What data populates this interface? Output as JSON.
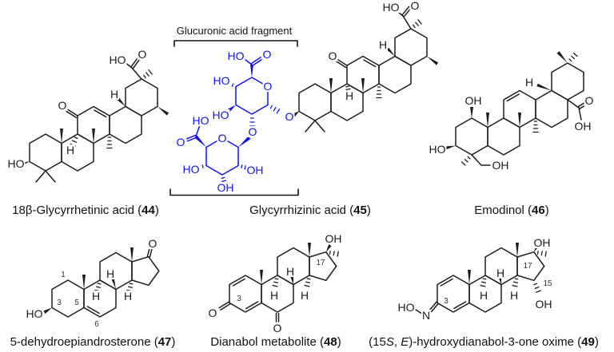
{
  "figure": {
    "background": "#ffffff",
    "ink_color": "#1c1c1c",
    "highlight_color": "#1212ee",
    "bracket_label": "Glucuronic acid fragment"
  },
  "captions": {
    "c44": {
      "pre": "18β-Glycyrrhetinic acid (",
      "num": "44",
      "post": ")"
    },
    "c45": {
      "pre": "Glycyrrhizinic acid (",
      "num": "45",
      "post": ")"
    },
    "c46": {
      "pre": "Emodinol (",
      "num": "46",
      "post": ")"
    },
    "c47": {
      "pre": "5-dehydroepiandrosterone (",
      "num": "47",
      "post": ")"
    },
    "c48": {
      "pre": "Dianabol metabolite (",
      "num": "48",
      "post": ")"
    },
    "c49": {
      "p1": "(15",
      "s": "S",
      "p2": ", ",
      "e": "E",
      "p3": ")-hydroxydianabol-3-one oxime (",
      "num": "49",
      "post": ")"
    }
  },
  "atoms": {
    "c44": {
      "ho3": "HO",
      "o11": "O",
      "h9": "H",
      "h18": "H",
      "cooh_ho": "HO",
      "cooh_o": "O"
    },
    "c45": {
      "o11": "O",
      "h9": "H",
      "h18": "H",
      "cooh_ho": "HO",
      "cooh_o": "O"
    },
    "sugar": {
      "ring_o1": "O",
      "link_o_aglycone": "O",
      "link_o_mid": "O",
      "ring_o2": "O",
      "u_cooh_ho": "HO",
      "u_cooh_o": "O",
      "u_ho4": "HO",
      "u_ho3": "HO",
      "l_cooh_ho": "HO",
      "l_cooh_o": "O",
      "l_ho": "HO",
      "l_oh_b": "OH",
      "l_oh_r": "OH"
    },
    "c46": {
      "oh1": "OH",
      "ho3": "HO",
      "ch2oh_oh": "OH",
      "h18": "H",
      "cooh_o": "O",
      "cooh_oh": "OH"
    },
    "c47": {
      "o17": "O",
      "h8": "H",
      "h9": "H",
      "h14": "H",
      "ho3": "HO",
      "n1": "1",
      "n3": "3",
      "n5": "5",
      "n6": "6"
    },
    "c48": {
      "oh17": "OH",
      "n17": "17",
      "h8": "H",
      "h9": "H",
      "h14": "H",
      "o3": "O",
      "o6": "O",
      "n3": "3"
    },
    "c49": {
      "oh17": "OH",
      "n17": "17",
      "h8": "H",
      "h9": "H",
      "h14": "H",
      "n15": "15",
      "oh15": "OH",
      "ho": "HO",
      "n": "N",
      "n3": "3"
    }
  }
}
